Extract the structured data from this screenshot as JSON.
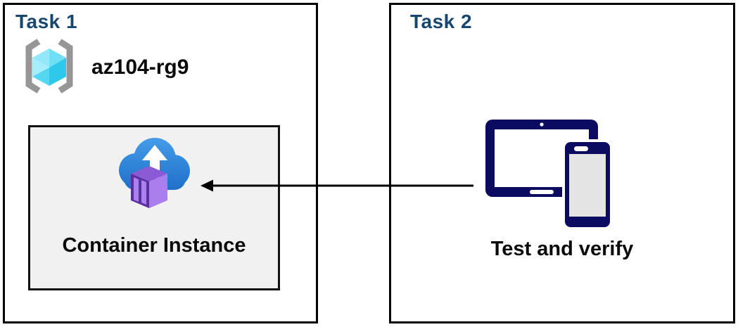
{
  "diagram": {
    "task1": {
      "title": "Task 1",
      "resource_group": {
        "name": "az104-rg9",
        "icon": "resource-group-icon"
      },
      "container_box": {
        "label": "Container Instance",
        "icon": "container-instance-icon"
      }
    },
    "task2": {
      "title": "Task 2",
      "devices_label": "Test and verify",
      "icon": "tablet-phone-devices-icon"
    },
    "arrow": {
      "direction": "from devices (Task 2) to Container Instance (Task 1)",
      "style": "solid-black-left-arrowhead"
    }
  },
  "colors": {
    "task_title_blue": "#17466F",
    "panel_border": "#000000",
    "container_box_bg": "#F1F1F1",
    "text_black": "#0a0a0a",
    "arrow_black": "#000000",
    "device_navy": "#0B0B61",
    "phone_screen_gray": "#E4E4E4",
    "cloud_blue_top": "#449BE8",
    "cloud_blue_bottom": "#1E6EC8",
    "container_purple_frame": "#5B2F9E",
    "container_purple_top": "#8A5BD4",
    "container_purple_light": "#AA82F0",
    "rg_bracket_gray": "#969696",
    "rg_cube_cyan_light": "#A7EEFD",
    "rg_cube_cyan_dark": "#2EC9E9"
  }
}
